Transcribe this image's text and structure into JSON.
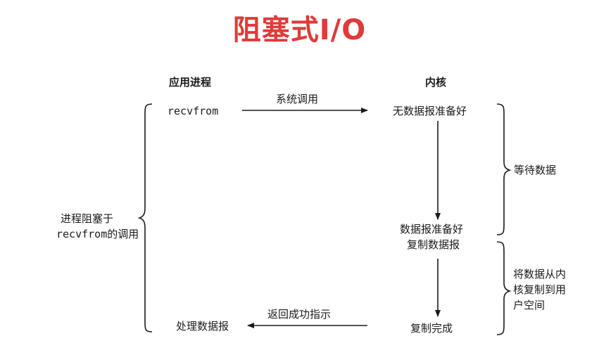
{
  "title": "阻塞式I/O",
  "colors": {
    "title": "#e03a3a",
    "ink": "#1a1a1a"
  },
  "columns": {
    "app": "应用进程",
    "kernel": "内核"
  },
  "app_side": {
    "call": "recvfrom",
    "blocked_line1": "进程阻塞于",
    "blocked_call": "recvfrom",
    "blocked_suffix": "的调用",
    "process": "处理数据报"
  },
  "messages": {
    "syscall": "系统调用",
    "return_success": "返回成功指示"
  },
  "kernel_side": {
    "no_datagram": "无数据报准备好",
    "datagram_ready": "数据报准备好",
    "copy_datagram": "复制数据报",
    "copy_done": "复制完成"
  },
  "phases": {
    "wait": "等待数据",
    "copy": "将数据从内核复制到用户空间"
  }
}
